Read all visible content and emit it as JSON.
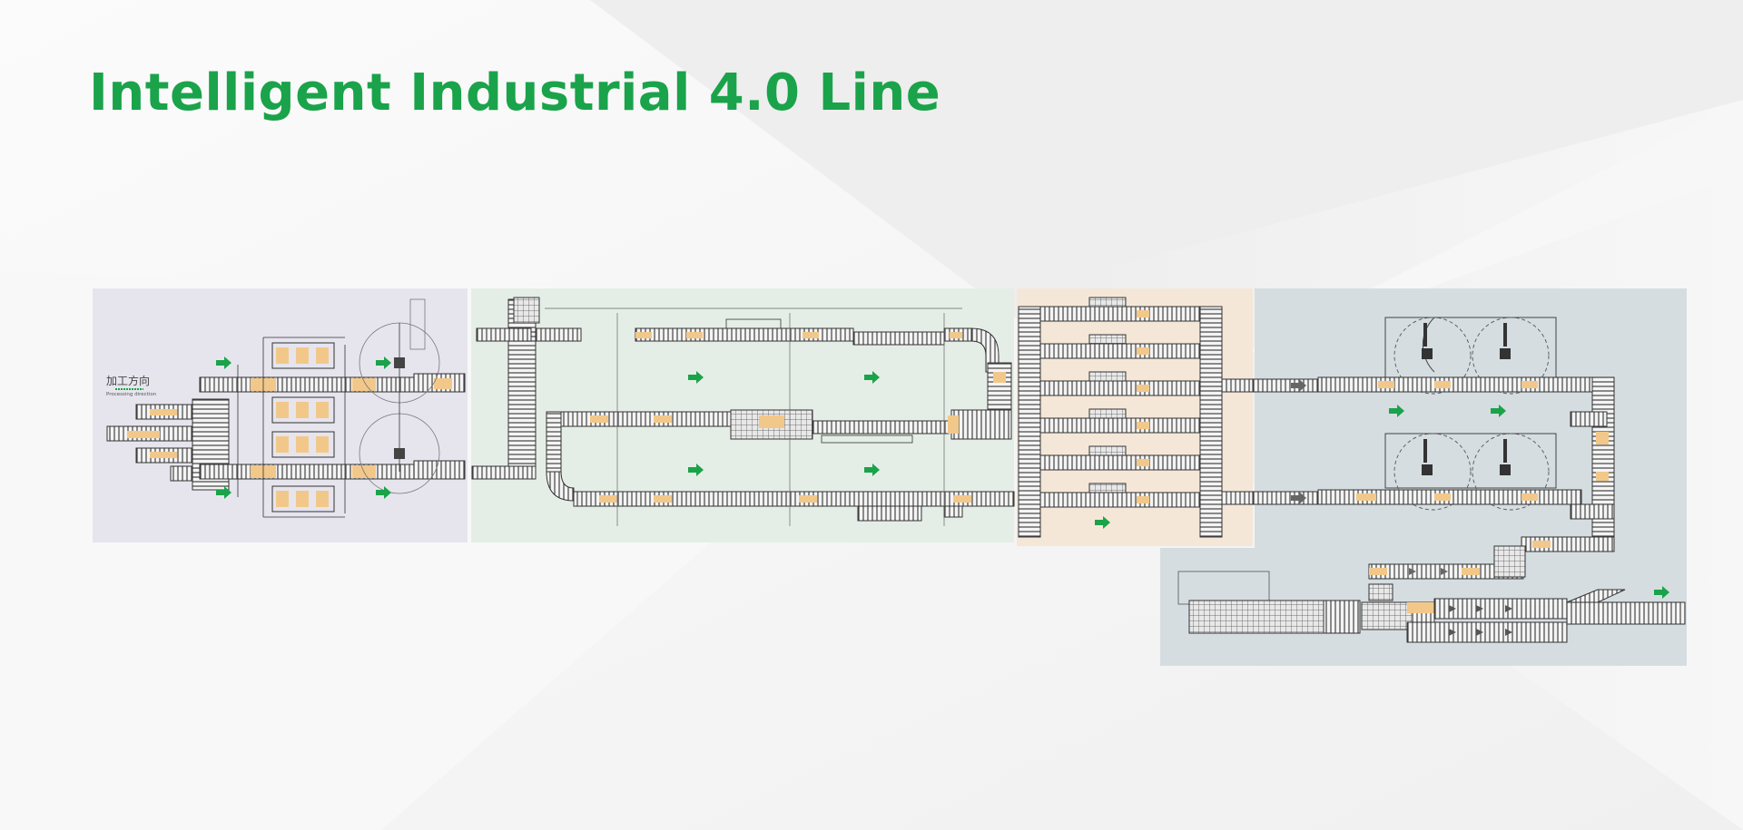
{
  "page": {
    "title": "Intelligent Industrial 4.0 Line"
  },
  "legend": {
    "direction_cn": "加工方向",
    "direction_en": "Processing direction"
  },
  "colors": {
    "title": "#1aa34a",
    "arrow": "#1aa34a",
    "line_dark": "#3c3c3c",
    "workpiece": "#f2c88a",
    "zone1": "#e6e5ee",
    "zone2": "#e5eee6",
    "zone3": "#f5e7d8",
    "zone4": "#d5dde0"
  },
  "icons": {
    "flow_arrow": "flow-arrow-icon",
    "robot": "robot-arm-icon"
  }
}
